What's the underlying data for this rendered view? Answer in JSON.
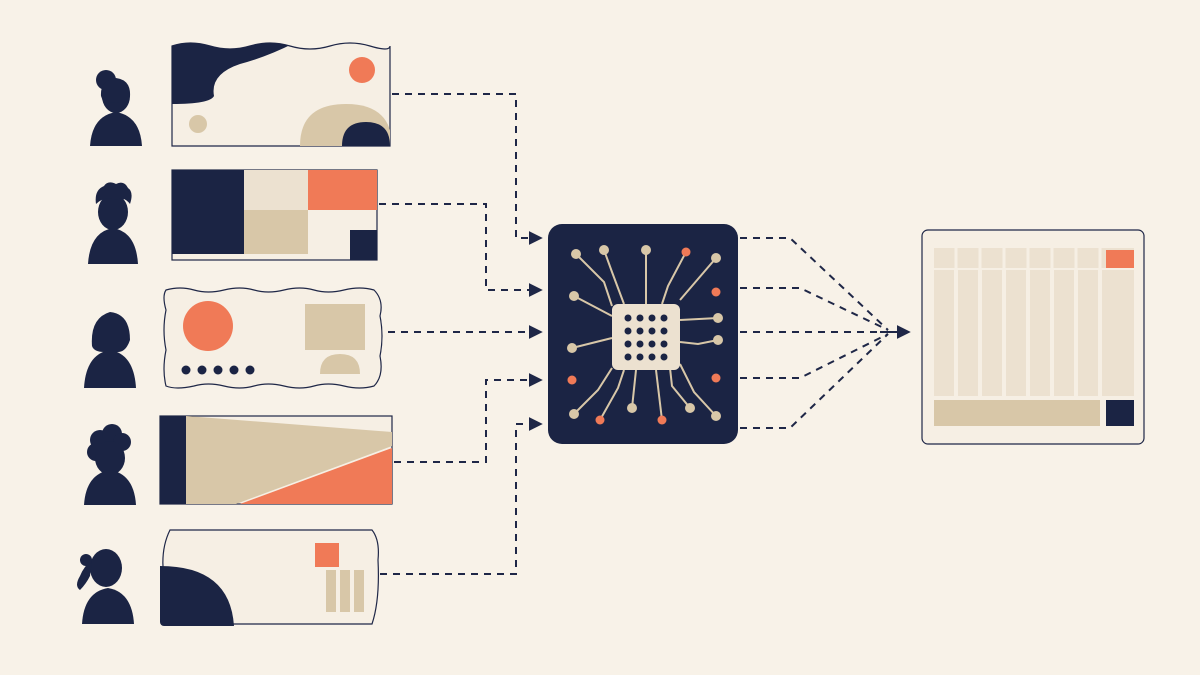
{
  "colors": {
    "background": "#f8f2e8",
    "navy": "#1b2444",
    "coral": "#f07a57",
    "beige": "#d8c7a8",
    "cream": "#f6efe4",
    "light_beige": "#ece1d0",
    "outline": "#1f2747"
  },
  "people": [
    {
      "icon": "person-bun-hair-icon"
    },
    {
      "icon": "person-curly-hair-icon"
    },
    {
      "icon": "person-bob-hair-icon"
    },
    {
      "icon": "person-afro-hair-icon"
    },
    {
      "icon": "person-ponytail-icon"
    }
  ],
  "input_cards": [
    {
      "style": "wavy-abstract-card"
    },
    {
      "style": "color-block-grid-card"
    },
    {
      "style": "circle-square-card"
    },
    {
      "style": "diagonal-split-card"
    },
    {
      "style": "quarter-circle-bars-card"
    }
  ],
  "processor": {
    "icon": "circuit-chip-icon"
  },
  "output": {
    "icon": "table-grid-icon"
  }
}
